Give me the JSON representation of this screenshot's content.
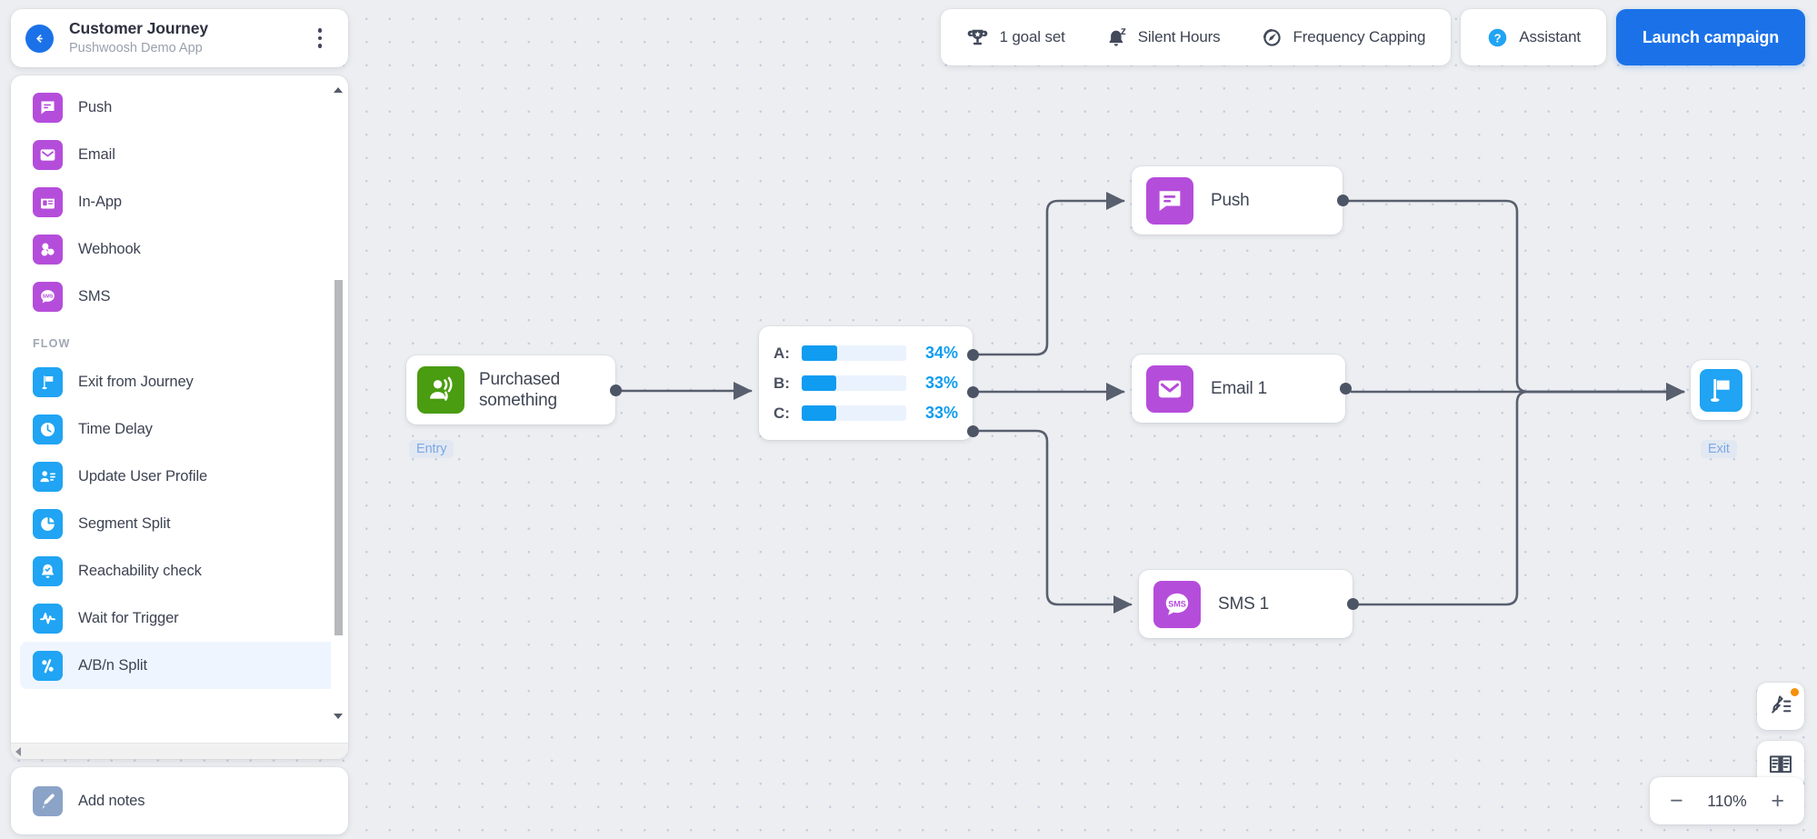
{
  "header": {
    "title": "Customer Journey",
    "subtitle": "Pushwoosh Demo App",
    "back_icon": "back-arrow-icon",
    "menu_icon": "kebab-menu-icon"
  },
  "sidebar": {
    "channels": [
      {
        "label": "Push",
        "icon": "push-icon",
        "color": "#b54ddb"
      },
      {
        "label": "Email",
        "icon": "email-icon",
        "color": "#b54ddb"
      },
      {
        "label": "In-App",
        "icon": "in-app-icon",
        "color": "#b54ddb"
      },
      {
        "label": "Webhook",
        "icon": "webhook-icon",
        "color": "#b54ddb"
      },
      {
        "label": "SMS",
        "icon": "sms-icon",
        "color": "#b54ddb"
      }
    ],
    "flow_section_title": "FLOW",
    "flow": [
      {
        "label": "Exit from Journey",
        "icon": "exit-flag-icon",
        "color": "#20a4f3",
        "active": false
      },
      {
        "label": "Time Delay",
        "icon": "clock-icon",
        "color": "#20a4f3",
        "active": false
      },
      {
        "label": "Update User Profile",
        "icon": "user-edit-icon",
        "color": "#20a4f3",
        "active": false
      },
      {
        "label": "Segment Split",
        "icon": "segment-split-icon",
        "color": "#20a4f3",
        "active": false
      },
      {
        "label": "Reachability check",
        "icon": "bell-check-icon",
        "color": "#20a4f3",
        "active": false
      },
      {
        "label": "Wait for Trigger",
        "icon": "pulse-icon",
        "color": "#20a4f3",
        "active": false
      },
      {
        "label": "A/B/n Split",
        "icon": "percent-icon",
        "color": "#20a4f3",
        "active": true
      }
    ],
    "notes": {
      "label": "Add notes",
      "icon": "note-pen-icon",
      "color": "#8ba3c7"
    }
  },
  "toolbar": {
    "tools": [
      {
        "label": "1 goal set",
        "icon": "trophy-icon"
      },
      {
        "label": "Silent Hours",
        "icon": "silent-bell-icon"
      },
      {
        "label": "Frequency Capping",
        "icon": "speedometer-icon"
      }
    ],
    "assistant": {
      "label": "Assistant",
      "icon": "help-question-icon"
    },
    "launch_label": "Launch campaign",
    "accent_color": "#1b72e8"
  },
  "flow": {
    "entry_caption": "Entry",
    "exit_caption": "Exit",
    "nodes": {
      "entry": {
        "label": "Purchased\nsomething",
        "icon": "audience-icon",
        "color": "#4a9c10"
      },
      "push": {
        "label": "Push",
        "icon": "push-icon",
        "color": "#b54ddb"
      },
      "email": {
        "label": "Email 1",
        "icon": "email-icon",
        "color": "#b54ddb"
      },
      "sms": {
        "label": "SMS 1",
        "icon": "sms-icon",
        "color": "#b54ddb"
      },
      "exit": {
        "label": "",
        "icon": "exit-flag-icon",
        "color": "#20a4f3"
      }
    },
    "split": {
      "type": "ab-n-split",
      "branches": [
        {
          "key": "A:",
          "percent": "34%",
          "value": 34
        },
        {
          "key": "B:",
          "percent": "33%",
          "value": 33
        },
        {
          "key": "C:",
          "percent": "33%",
          "value": 33
        }
      ],
      "bar_color": "#109cf1",
      "bar_track_color": "#eaf2fd"
    }
  },
  "canvas_controls": {
    "notes_button_icon": "pen-list-icon",
    "guide_button_icon": "book-icon",
    "zoom_out_label": "−",
    "zoom_level": "110%",
    "zoom_in_label": "+"
  }
}
